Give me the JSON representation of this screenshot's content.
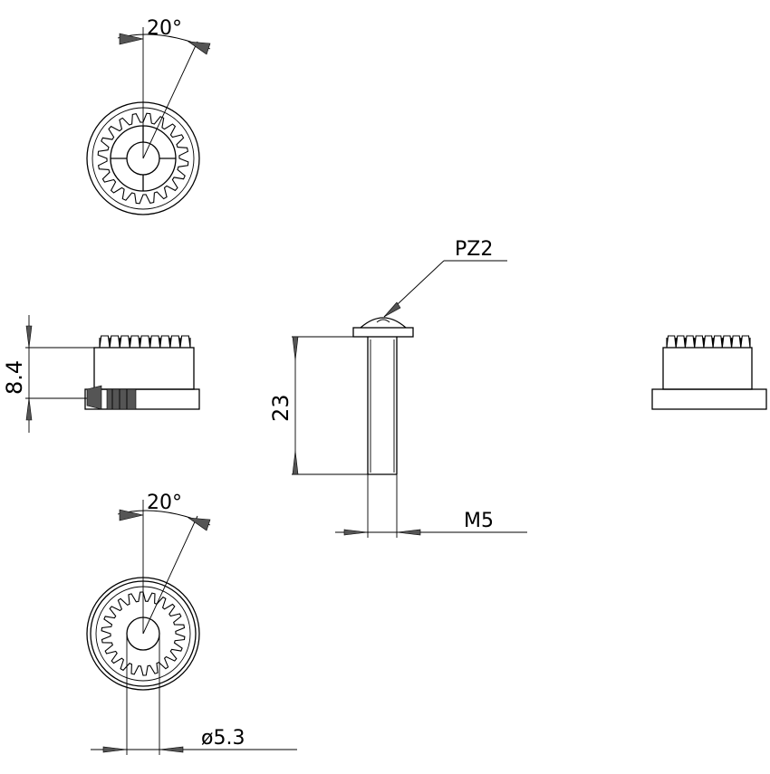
{
  "drawing": {
    "dimensions": {
      "top_angle": "20°",
      "bottom_angle": "20°",
      "height_left": "8.4",
      "screw_length": "23",
      "drive": "PZ2",
      "thread": "M5",
      "hole_diameter": "ø5.3"
    }
  }
}
